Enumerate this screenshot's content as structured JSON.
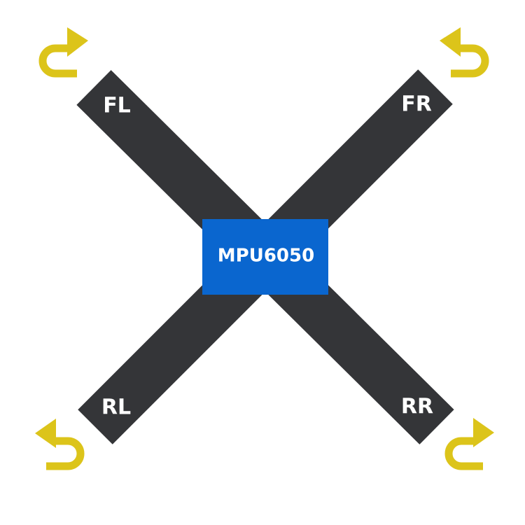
{
  "colors": {
    "background": "#ffffff",
    "arm": "#343538",
    "controller": "#0a66cf",
    "arrow": "#dcc41a",
    "label_text": "#ffffff"
  },
  "controller": {
    "label": "MPU6050"
  },
  "arms": [
    {
      "id": "FL",
      "label": "FL",
      "rotation_icon": "rotate-clockwise-arrow-icon"
    },
    {
      "id": "FR",
      "label": "FR",
      "rotation_icon": "rotate-counterclockwise-arrow-icon"
    },
    {
      "id": "RL",
      "label": "RL",
      "rotation_icon": "rotate-counterclockwise-arrow-icon"
    },
    {
      "id": "RR",
      "label": "RR",
      "rotation_icon": "rotate-clockwise-arrow-icon"
    }
  ]
}
